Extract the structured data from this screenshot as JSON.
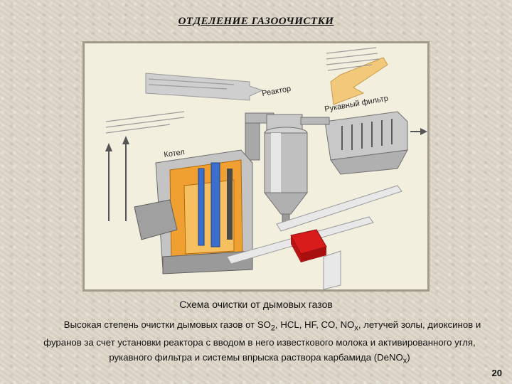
{
  "title": "ОТДЕЛЕНИЕ ГАЗООЧИСТКИ",
  "figure": {
    "labels": {
      "reactor": "Реактор",
      "bag_filter": "Рукавный фильтр",
      "boiler": "Котел"
    }
  },
  "caption": "Схема очистки от дымовых газов",
  "body": {
    "part1": "Высокая степень очистки дымовых газов от SO",
    "sub1": "2",
    "part2": ", HCL, HF, CO, NO",
    "sub2": "x",
    "part3": ", летучей золы, диоксинов и фуранов за счет установки реактора с вводом в него известкового молока и активированного угля, рукавного фильтра и системы впрыска раствора карбамида (DeNO",
    "sub3": "x",
    "part4": ")"
  },
  "page_number": "20",
  "colors": {
    "duct_arrow": "#f2c87a",
    "boiler_orange": "#f0a030",
    "steel_gray": "#b8b8b8",
    "product_red": "#d81c1c"
  }
}
